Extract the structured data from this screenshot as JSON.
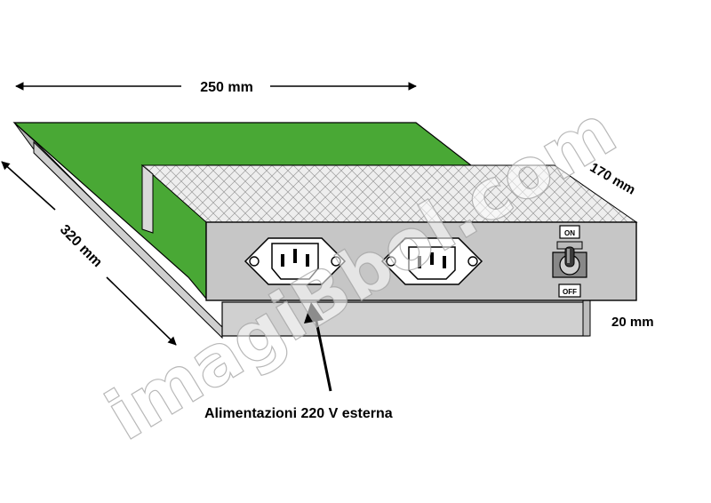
{
  "labels": {
    "width": "250 mm",
    "depth": "320 mm",
    "box_depth": "170 mm",
    "height": "20 mm",
    "callout": "Alimentazioni 220 V  esterna"
  },
  "switch": {
    "on": "ON",
    "off": "OFF"
  },
  "watermark": "imagiBbol.com",
  "colors": {
    "board": "#49a835",
    "box_face": "#c6c6c6",
    "box_top": "#ececec",
    "outline": "#000000"
  }
}
